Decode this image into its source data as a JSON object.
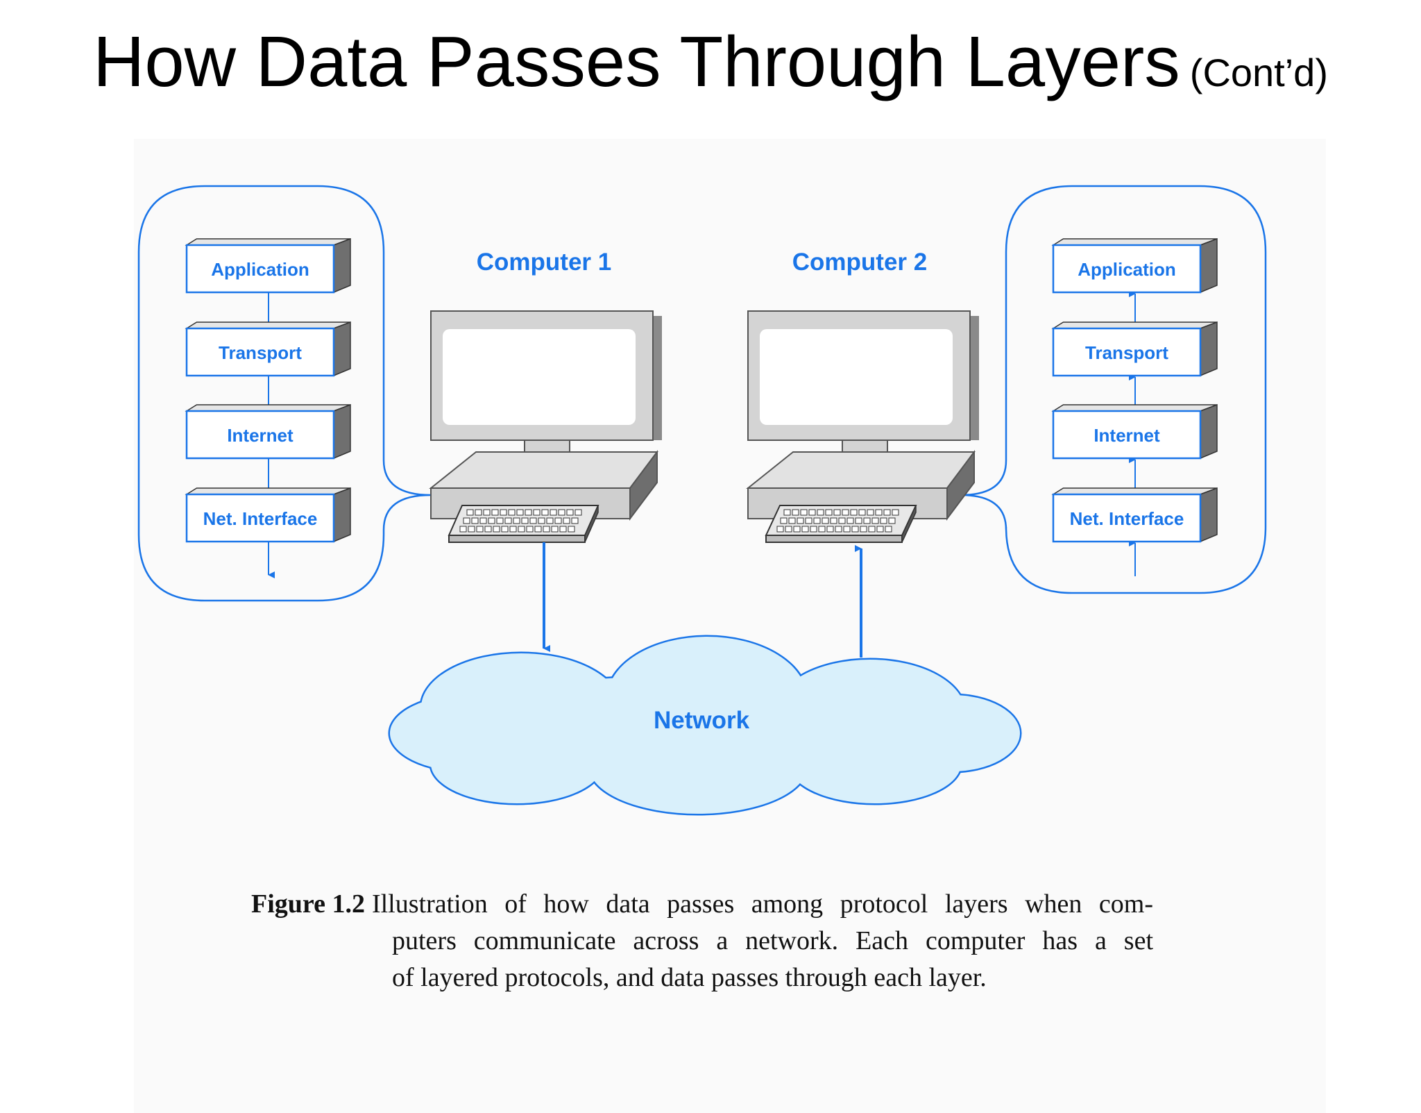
{
  "title": {
    "main": "How Data Passes Through Layers",
    "sub": "(Cont’d)"
  },
  "diagram": {
    "computer1": {
      "label": "Computer 1",
      "layers": [
        "Application",
        "Transport",
        "Internet",
        "Net. Interface"
      ],
      "flow": "down"
    },
    "computer2": {
      "label": "Computer 2",
      "layers": [
        "Application",
        "Transport",
        "Internet",
        "Net. Interface"
      ],
      "flow": "up"
    },
    "network_label": "Network",
    "colors": {
      "accent": "#1a75e8",
      "cloud_fill": "#d9f0fb",
      "monitor": "#d4d4d4",
      "monitor_dark": "#8a8a8a",
      "layer_side": "#6f6f6f"
    }
  },
  "caption": {
    "label": "Figure 1.2",
    "line1": "Illustration of how data passes among protocol layers when com-",
    "line2": "puters communicate across a network.  Each computer has a set",
    "line3": "of layered protocols, and data passes through each layer."
  }
}
